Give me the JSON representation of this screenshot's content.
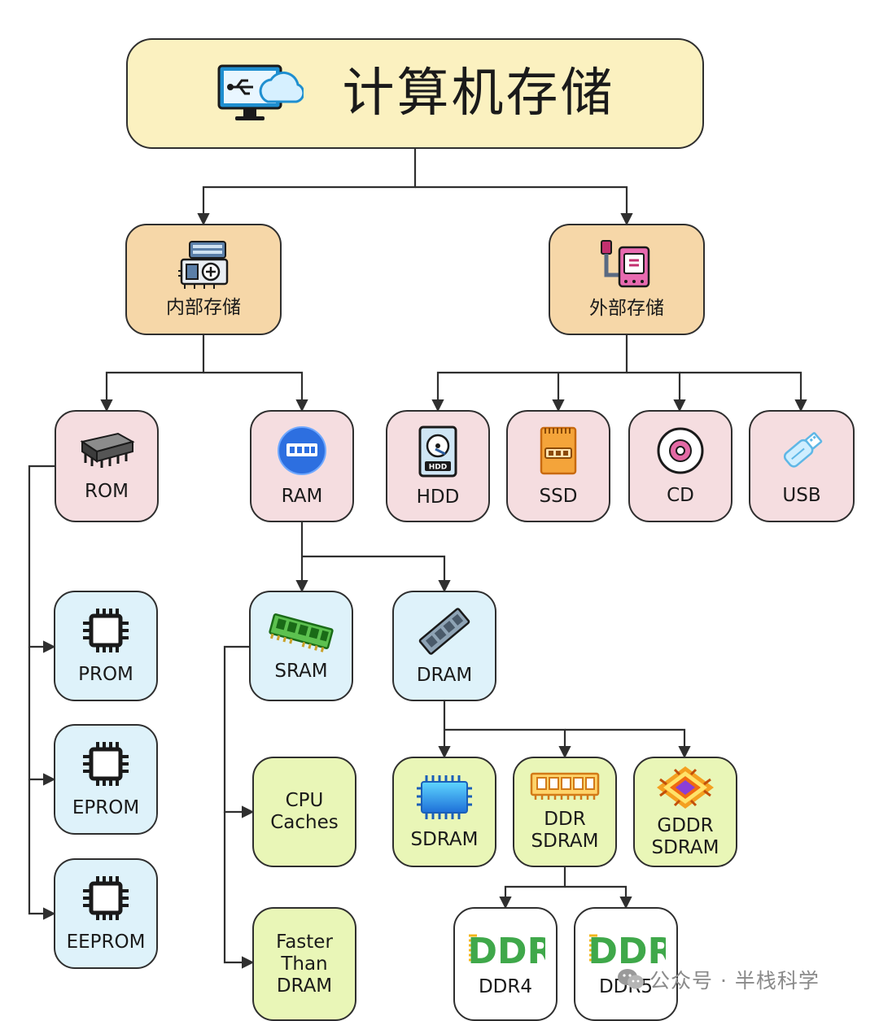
{
  "title": "计算机存储",
  "categories": {
    "internal": "内部存储",
    "external": "外部存储"
  },
  "nodes": {
    "rom": "ROM",
    "ram": "RAM",
    "hdd": "HDD",
    "ssd": "SSD",
    "cd": "CD",
    "usb": "USB",
    "prom": "PROM",
    "eprom": "EPROM",
    "eeprom": "EEPROM",
    "sram": "SRAM",
    "dram": "DRAM",
    "cpu_caches": "CPU\nCaches",
    "faster_than_dram": "Faster\nThan\nDRAM",
    "sdram": "SDRAM",
    "ddr_sdram": "DDR\nSDRAM",
    "gddr_sdram": "GDDR\nSDRAM",
    "ddr4": "DDR4",
    "ddr5": "DDR5"
  },
  "icon_text": {
    "hdd": "HDD",
    "ddr": "DDR"
  },
  "icons": {
    "root": "monitor-cloud-usb-icon",
    "internal": "server-board-icon",
    "external": "external-drive-icon",
    "rom": "rom-chip-icon",
    "ram": "ram-circle-icon",
    "hdd": "hard-disk-icon",
    "ssd": "ssd-icon",
    "cd": "optical-disc-icon",
    "usb": "usb-stick-icon",
    "prom": "chip-icon",
    "eprom": "chip-icon",
    "eeprom": "chip-icon",
    "sram": "ram-module-icon",
    "dram": "ram-module-icon",
    "sdram": "memory-chip-icon",
    "ddr_sdram": "ddr-module-icon",
    "gddr_sdram": "gpu-chip-icon",
    "ddr4": "ddr-logo-icon",
    "ddr5": "ddr-logo-icon"
  },
  "watermark": "公众号 · 半栈科学"
}
